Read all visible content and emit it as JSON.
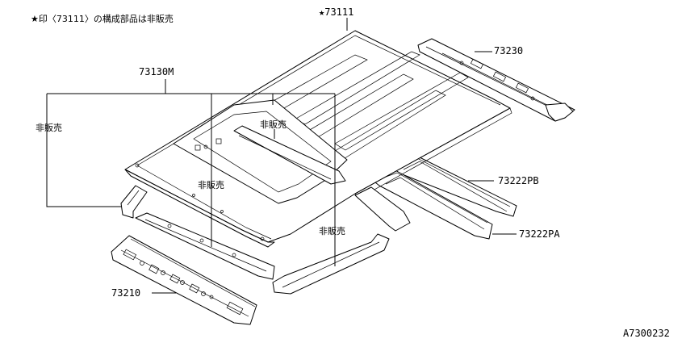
{
  "note": "★印〈73111〉の構成部品は非販売",
  "labels": {
    "roof": "★73111",
    "rear_header": "73230",
    "roof_assembly": "73130M",
    "not_for_sale_1": "非販売",
    "not_for_sale_2": "非販売",
    "not_for_sale_3": "非販売",
    "not_for_sale_4": "非販売",
    "rail_pb": "73222PB",
    "rail_pa": "73222PA",
    "front_header": "73210"
  },
  "figure_code": "A7300232"
}
